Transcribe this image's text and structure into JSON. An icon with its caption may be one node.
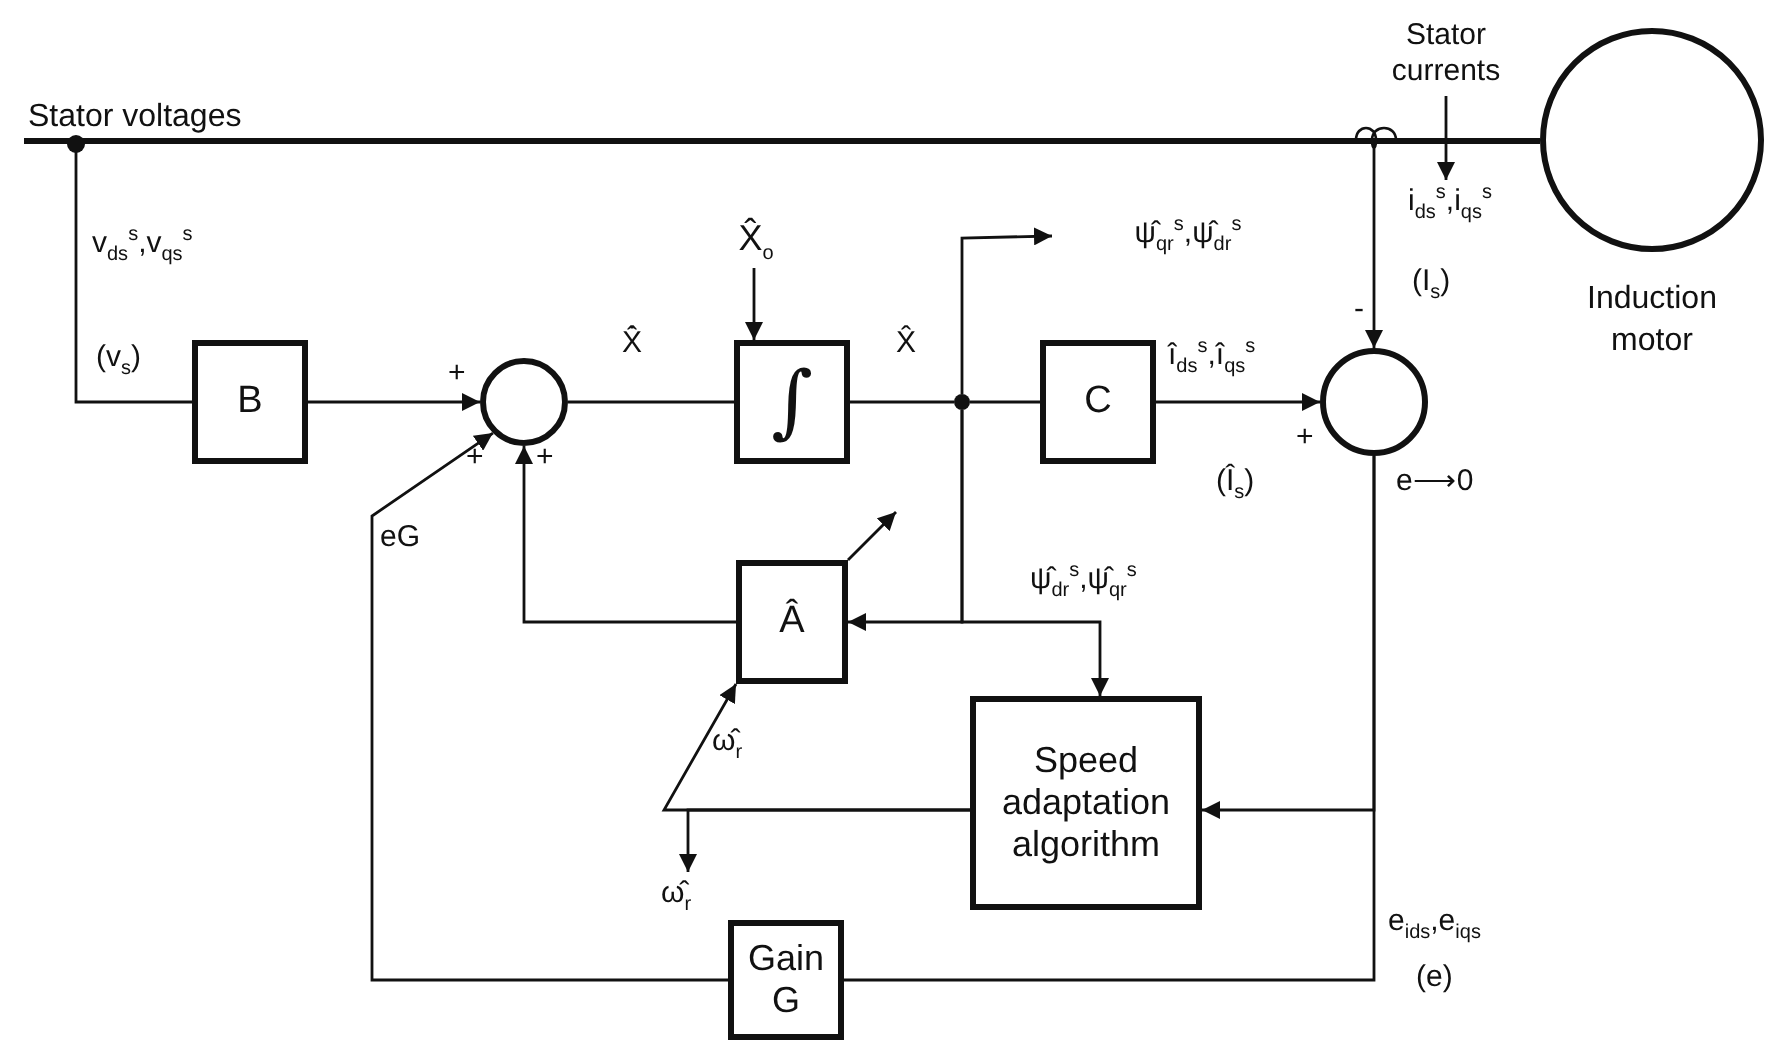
{
  "diagram": {
    "nodes": [
      {
        "text": [
          "Stator voltages"
        ]
      },
      {
        "text": [
          "B"
        ]
      },
      {
        "text": [],
        "shape": "circle"
      },
      {
        "text": [
          "∫"
        ]
      },
      {
        "text": [],
        "shape": "dot"
      },
      {
        "text": [
          "C"
        ]
      },
      {
        "text": [],
        "shape": "circle"
      },
      {
        "text": [
          "Induction motor"
        ]
      },
      {
        "text": [
          "Â"
        ]
      },
      {
        "text": [
          "Speed adaptation algorithm"
        ]
      },
      {
        "text": [
          "Gain G"
        ]
      },
      {
        "text": [
          "X̂$_{o}$"
        ]
      },
      {
        "text": [
          "Stator currents"
        ]
      },
      {
        "text": [
          "ψ̂$_{qr}$$^{s}$,ψ̂$_{dr}$$^{s}$"
        ]
      },
      {
        "text": [
          "ω̂$_{r}$"
        ]
      },
      {
        "text": [
          "i$_{ds}$$^{s}$,i$_{qs}$$^{s}$"
        ]
      }
    ],
    "edges": [
      {
        "from": 0,
        "to": 1,
        "arrow": "other"
      },
      {
        "from": 1,
        "to": 2,
        "arrow": "to"
      },
      {
        "from": 2,
        "to": 3,
        "arrow": "none"
      },
      {
        "from": 11,
        "to": 3,
        "arrow": "to"
      },
      {
        "from": 3,
        "to": 4,
        "arrow": "none"
      },
      {
        "from": 4,
        "to": 5,
        "arrow": "none"
      },
      {
        "from": 4,
        "to": 13,
        "arrow": "to"
      },
      {
        "from": 5,
        "to": 6,
        "arrow": "to"
      },
      {
        "from": 0,
        "to": 6,
        "arrow": "to"
      },
      {
        "from": 12,
        "to": 15,
        "arrow": "to"
      },
      {
        "from": 6,
        "to": 9,
        "arrow": "to"
      },
      {
        "from": 6,
        "to": 10,
        "arrow": "none"
      },
      {
        "from": 10,
        "to": 2,
        "arrow": "to"
      },
      {
        "from": 8,
        "to": 2,
        "arrow": "to"
      },
      {
        "from": 4,
        "to": 8,
        "arrow": "to"
      },
      {
        "from": 4,
        "to": 9,
        "arrow": "to"
      },
      {
        "from": 9,
        "to": 8,
        "arrow": "to"
      },
      {
        "from": 9,
        "to": 14,
        "arrow": "to"
      },
      {
        "from": 8,
        "to": null,
        "arrow": "to"
      }
    ],
    "labels": [
      "v$_{ds}$$^{s}$,v$_{qs}$$^{s}$",
      "(v$_{s}$)",
      "+",
      "+",
      "+",
      "Ẋ̂",
      "X̂",
      "î$_{ds}$$^{s}$,î$_{qs}$$^{s}$",
      "(Î$_{s}$)",
      "+",
      "-",
      "(I$_{s}$)",
      "e⟶0",
      "eG",
      "ψ̂$_{dr}$$^{s}$,ψ̂$_{qr}$$^{s}$",
      "ω̂$_{r}$",
      "e$_{ids}$,e$_{iqs}$",
      "(e)"
    ]
  }
}
